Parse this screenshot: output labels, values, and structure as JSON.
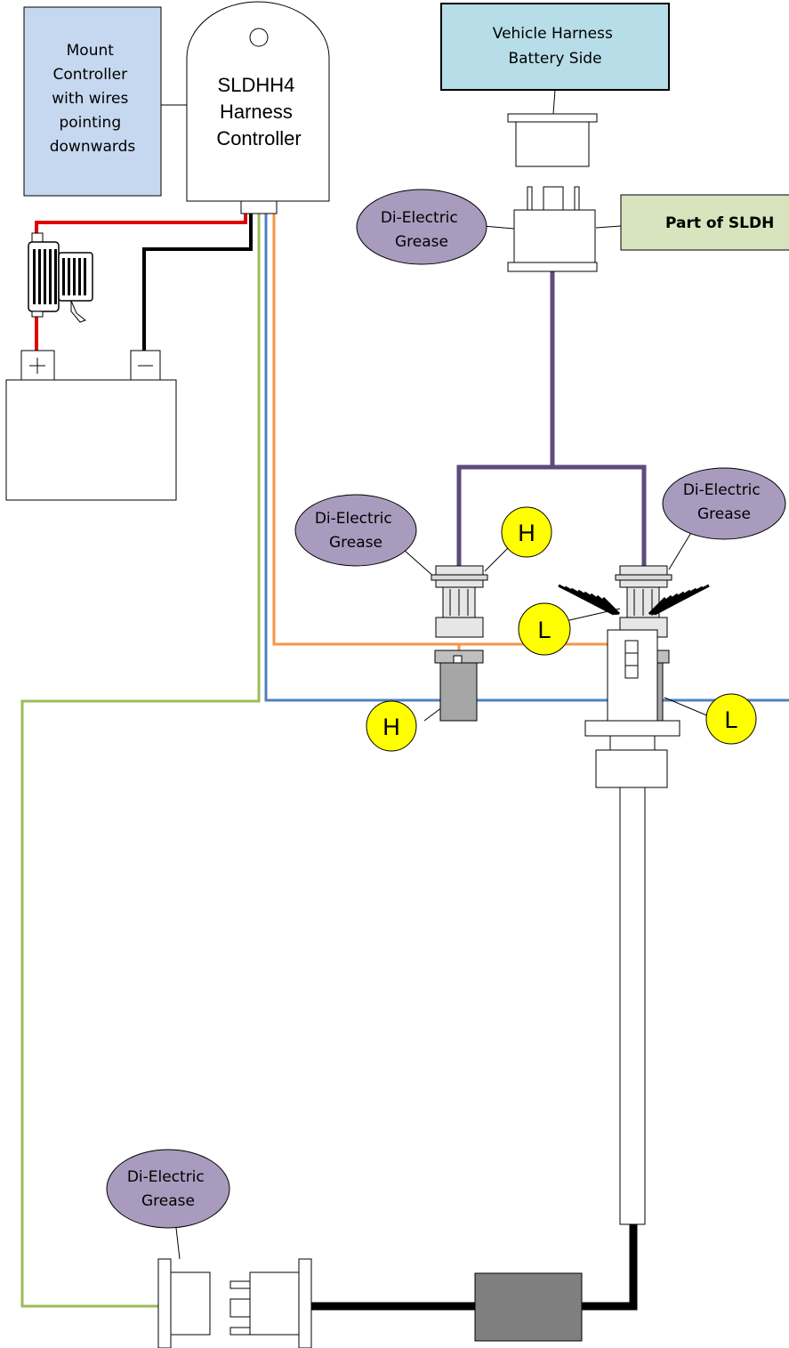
{
  "notes": {
    "mount_controller": [
      "Mount",
      "Controller",
      "with wires",
      "pointing",
      "downwards"
    ],
    "vehicle_harness": [
      "Vehicle Harness",
      "Battery Side"
    ],
    "part_of": "Part of SLDH",
    "grease": [
      "Di-Electric",
      "Grease"
    ]
  },
  "controller": {
    "lines": [
      "SLDHH4",
      "Harness",
      "Controller"
    ]
  },
  "markers": {
    "high": "H",
    "low": "L"
  },
  "colors": {
    "note_blue": "#c6d8ef",
    "note_cyan": "#b7dde8",
    "note_green": "#d7e4bd",
    "grease_fill": "#a89bbd",
    "marker_fill": "#ffff00",
    "wire_red": "#e00000",
    "wire_black": "#000000",
    "wire_green": "#9bbb59",
    "wire_blue": "#4f81bd",
    "wire_orange": "#f79646",
    "wire_purple": "#604a7b",
    "module_gray": "#7f7f7f"
  }
}
